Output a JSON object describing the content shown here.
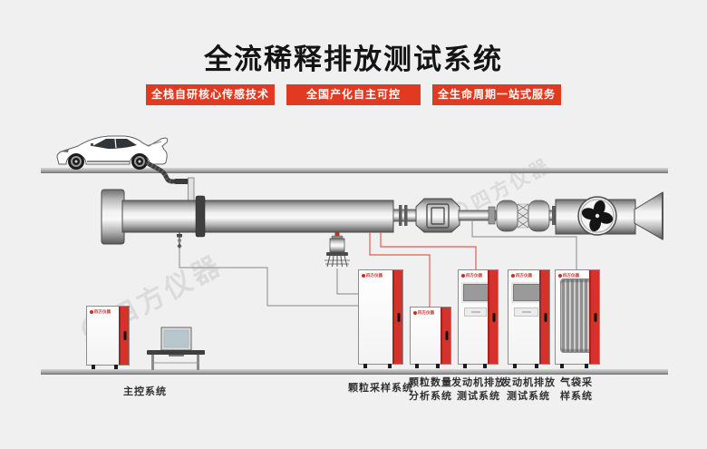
{
  "title": "全流稀释排放测试系统",
  "badges": [
    "全栈自研核心传感技术",
    "全国产化自主可控",
    "全生命周期一站式服务"
  ],
  "brand": {
    "logo_text": "四方仪器"
  },
  "watermark": {
    "text": "四方仪器"
  },
  "colors": {
    "accent_red": "#e23a20",
    "cabinet_stripe_red": "#d3332b",
    "connection_line_red": "#ea5a4e",
    "connection_line_gray": "#9b9b9b"
  },
  "equipment": {
    "main_control": {
      "label": "主控系统"
    },
    "particle_sampling": {
      "label": "颗粒采样系统"
    },
    "particle_count": {
      "line1": "颗粒数量",
      "line2": "分析系统"
    },
    "engine_test_1": {
      "line1": "发动机排放",
      "line2": "测试系统"
    },
    "engine_test_2": {
      "line1": "发动机排放",
      "line2": "测试系统"
    },
    "gas_bag": {
      "line1": "气袋采",
      "line2": "样系统"
    }
  }
}
